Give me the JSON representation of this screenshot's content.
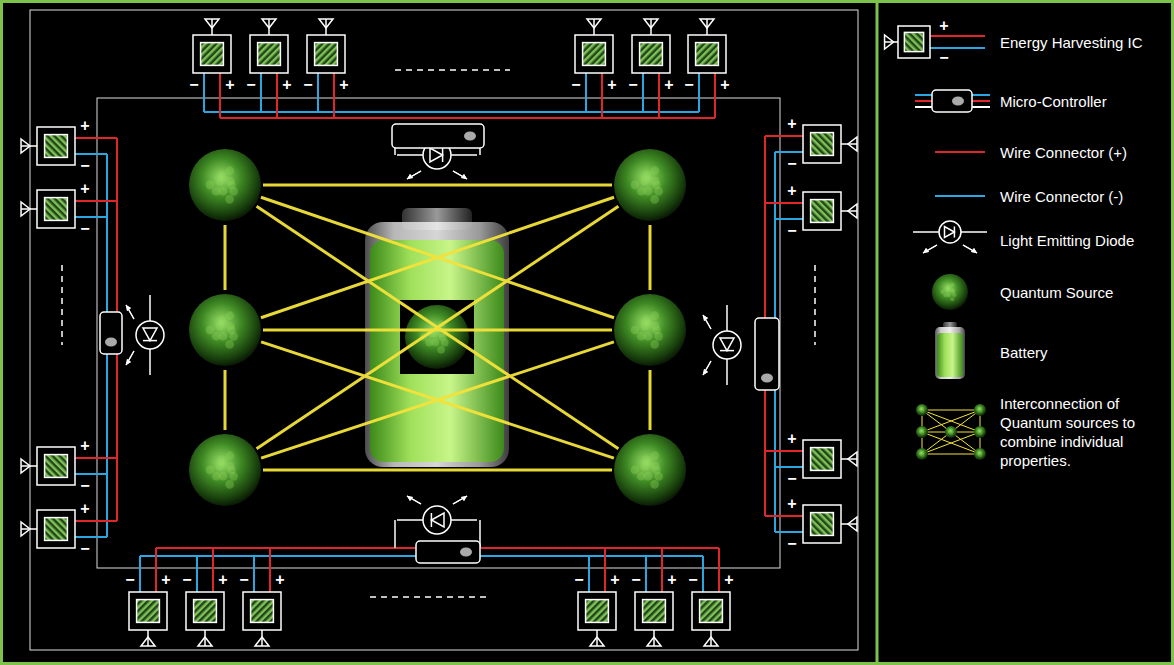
{
  "diagram": {
    "labels": [
      "−",
      "+",
      "−",
      "+",
      "−",
      "+",
      "−",
      "+",
      "−",
      "+",
      "−",
      "+",
      "+",
      "−",
      "+",
      "−",
      "+",
      "−",
      "+",
      "−",
      "+",
      "−",
      "+",
      "−",
      "+",
      "−",
      "+",
      "−",
      "−",
      "+",
      "−",
      "+",
      "−",
      "+",
      "−",
      "+",
      "−",
      "+",
      "−",
      "+",
      "+",
      "−"
    ],
    "legend": [
      {
        "text": "Energy Harvesting IC"
      },
      {
        "text": "Micro-Controller"
      },
      {
        "text": "Wire Connector (+)"
      },
      {
        "text": "Wire Connector (-)"
      },
      {
        "text": "Light Emitting Diode"
      },
      {
        "text": "Quantum Source"
      },
      {
        "text": "Battery"
      },
      {
        "text": "Interconnection of Quantum sources to combine individual properties."
      }
    ]
  }
}
